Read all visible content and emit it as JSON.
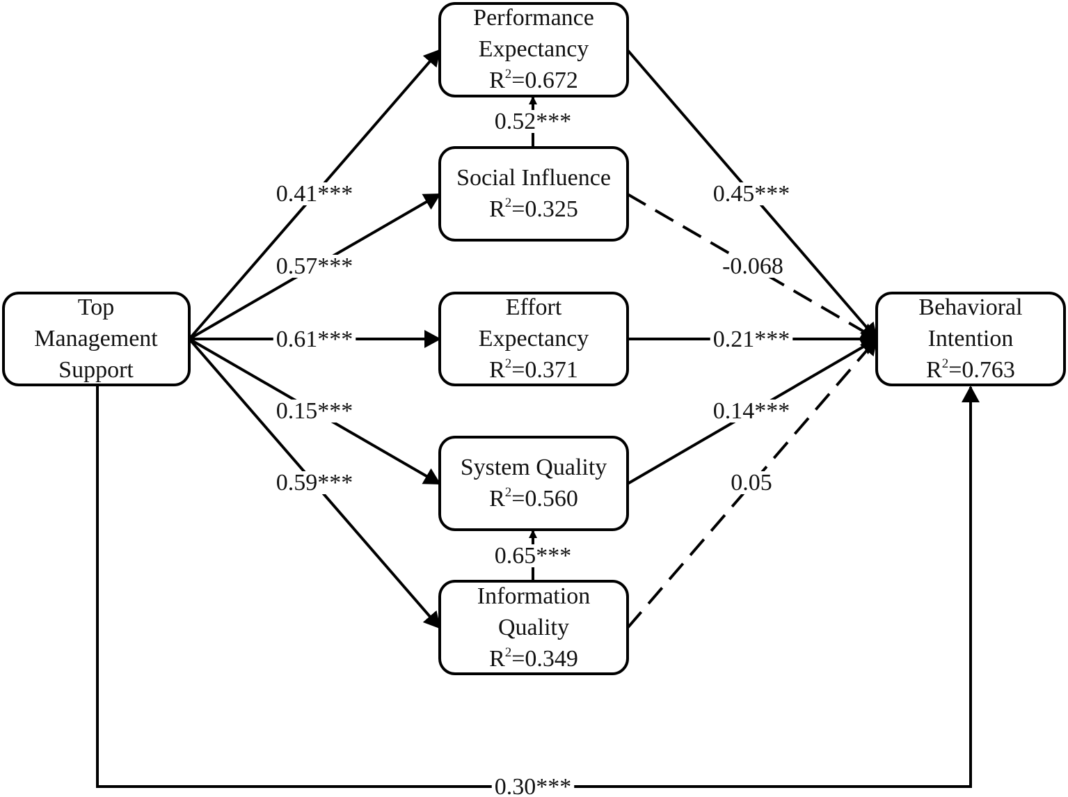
{
  "nodes": {
    "top_management": {
      "lines": [
        "Top",
        "Management",
        "Support"
      ]
    },
    "performance": {
      "lines": [
        "Performance",
        "Expectancy"
      ],
      "r2_value": "=0.672"
    },
    "social": {
      "lines": [
        "Social Influence"
      ],
      "r2_value": "=0.325"
    },
    "effort": {
      "lines": [
        "Effort",
        "Expectancy"
      ],
      "r2_value": "=0.371"
    },
    "system": {
      "lines": [
        "System Quality"
      ],
      "r2_value": "=0.560"
    },
    "information": {
      "lines": [
        "Information",
        "Quality"
      ],
      "r2_value": "=0.349"
    },
    "behavioral": {
      "lines": [
        "Behavioral",
        "Intention"
      ],
      "r2_value": "=0.763"
    }
  },
  "r2": {
    "base": "R",
    "exp": "2"
  },
  "paths": {
    "tms_pe": "0.41***",
    "tms_si": "0.57***",
    "tms_ee": "0.61***",
    "tms_sq": "0.15***",
    "tms_iq": "0.59***",
    "si_pe": "0.52***",
    "iq_sq": "0.65***",
    "pe_bi": "0.45***",
    "si_bi": "-0.068",
    "ee_bi": "0.21***",
    "sq_bi": "0.14***",
    "iq_bi": "0.05",
    "tms_bi": "0.30***"
  },
  "edges": [
    {
      "from": "top_management",
      "to": "performance",
      "label": "tms_pe",
      "style": "solid"
    },
    {
      "from": "top_management",
      "to": "social",
      "label": "tms_si",
      "style": "solid"
    },
    {
      "from": "top_management",
      "to": "effort",
      "label": "tms_ee",
      "style": "solid"
    },
    {
      "from": "top_management",
      "to": "system",
      "label": "tms_sq",
      "style": "solid"
    },
    {
      "from": "top_management",
      "to": "information",
      "label": "tms_iq",
      "style": "solid"
    },
    {
      "from": "social",
      "to": "performance",
      "label": "si_pe",
      "style": "solid"
    },
    {
      "from": "information",
      "to": "system",
      "label": "iq_sq",
      "style": "solid"
    },
    {
      "from": "performance",
      "to": "behavioral",
      "label": "pe_bi",
      "style": "solid"
    },
    {
      "from": "social",
      "to": "behavioral",
      "label": "si_bi",
      "style": "dashed"
    },
    {
      "from": "effort",
      "to": "behavioral",
      "label": "ee_bi",
      "style": "solid"
    },
    {
      "from": "system",
      "to": "behavioral",
      "label": "sq_bi",
      "style": "solid"
    },
    {
      "from": "information",
      "to": "behavioral",
      "label": "iq_bi",
      "style": "dashed"
    },
    {
      "from": "top_management",
      "to": "behavioral",
      "label": "tms_bi",
      "style": "solid"
    }
  ]
}
